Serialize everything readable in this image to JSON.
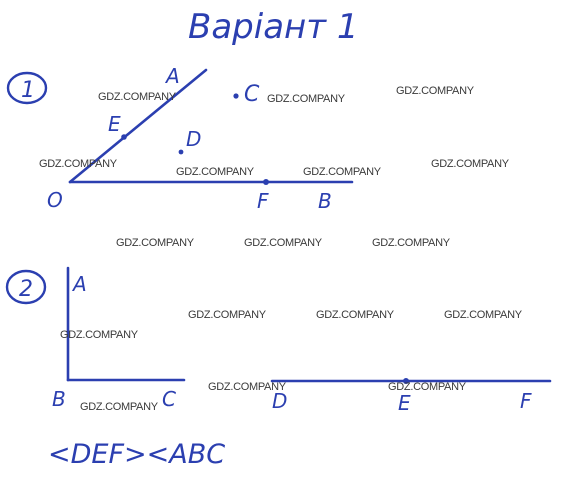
{
  "title": "Варіант 1",
  "ink_color": "#2b3fb0",
  "watermark": "GDZ.COMPANY",
  "task1": {
    "number": "1",
    "labels": {
      "A": "A",
      "C": "C",
      "E": "E",
      "D": "D",
      "O": "O",
      "F": "F",
      "B": "B"
    }
  },
  "task2": {
    "number": "2",
    "labels": {
      "A": "A",
      "B": "B",
      "C": "C",
      "D": "D",
      "E": "E",
      "F": "F"
    },
    "conclusion": "<DEF><ABC"
  }
}
